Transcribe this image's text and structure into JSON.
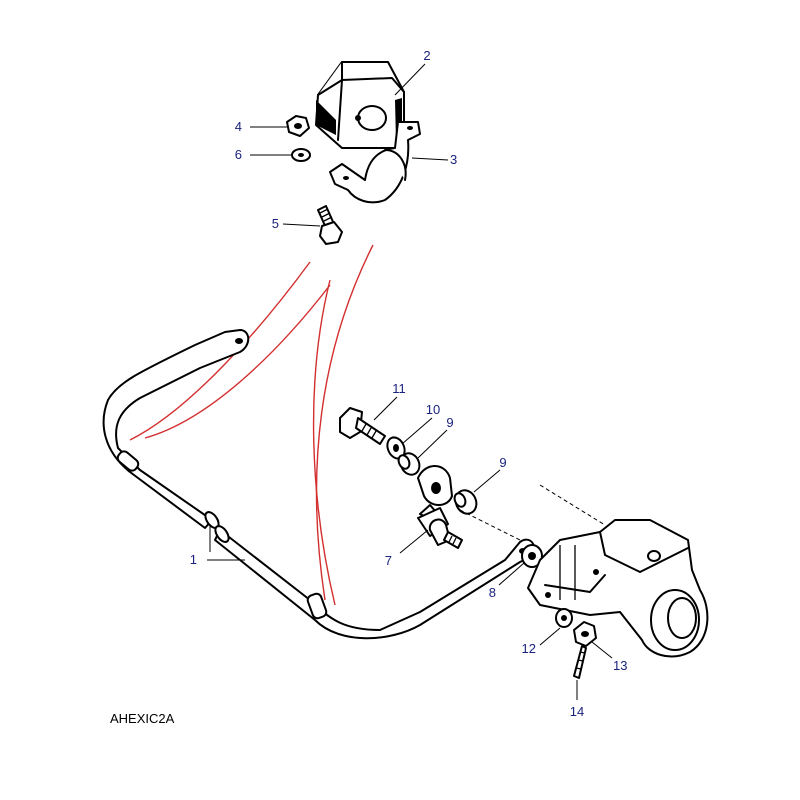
{
  "diagram": {
    "reference_code": "AHEXIC2A",
    "colors": {
      "callout": "#1a237e",
      "guide_line": "#d32f2f",
      "outline": "#000000"
    },
    "callouts": [
      {
        "id": "c1",
        "label": "1"
      },
      {
        "id": "c2",
        "label": "2"
      },
      {
        "id": "c3",
        "label": "3"
      },
      {
        "id": "c4",
        "label": "4"
      },
      {
        "id": "c5",
        "label": "5"
      },
      {
        "id": "c6",
        "label": "6"
      },
      {
        "id": "c7",
        "label": "7"
      },
      {
        "id": "c8",
        "label": "8"
      },
      {
        "id": "c9a",
        "label": "9"
      },
      {
        "id": "c9b",
        "label": "9"
      },
      {
        "id": "c10",
        "label": "10"
      },
      {
        "id": "c11",
        "label": "11"
      },
      {
        "id": "c12",
        "label": "12"
      },
      {
        "id": "c13",
        "label": "13"
      },
      {
        "id": "c14",
        "label": "14"
      }
    ]
  }
}
